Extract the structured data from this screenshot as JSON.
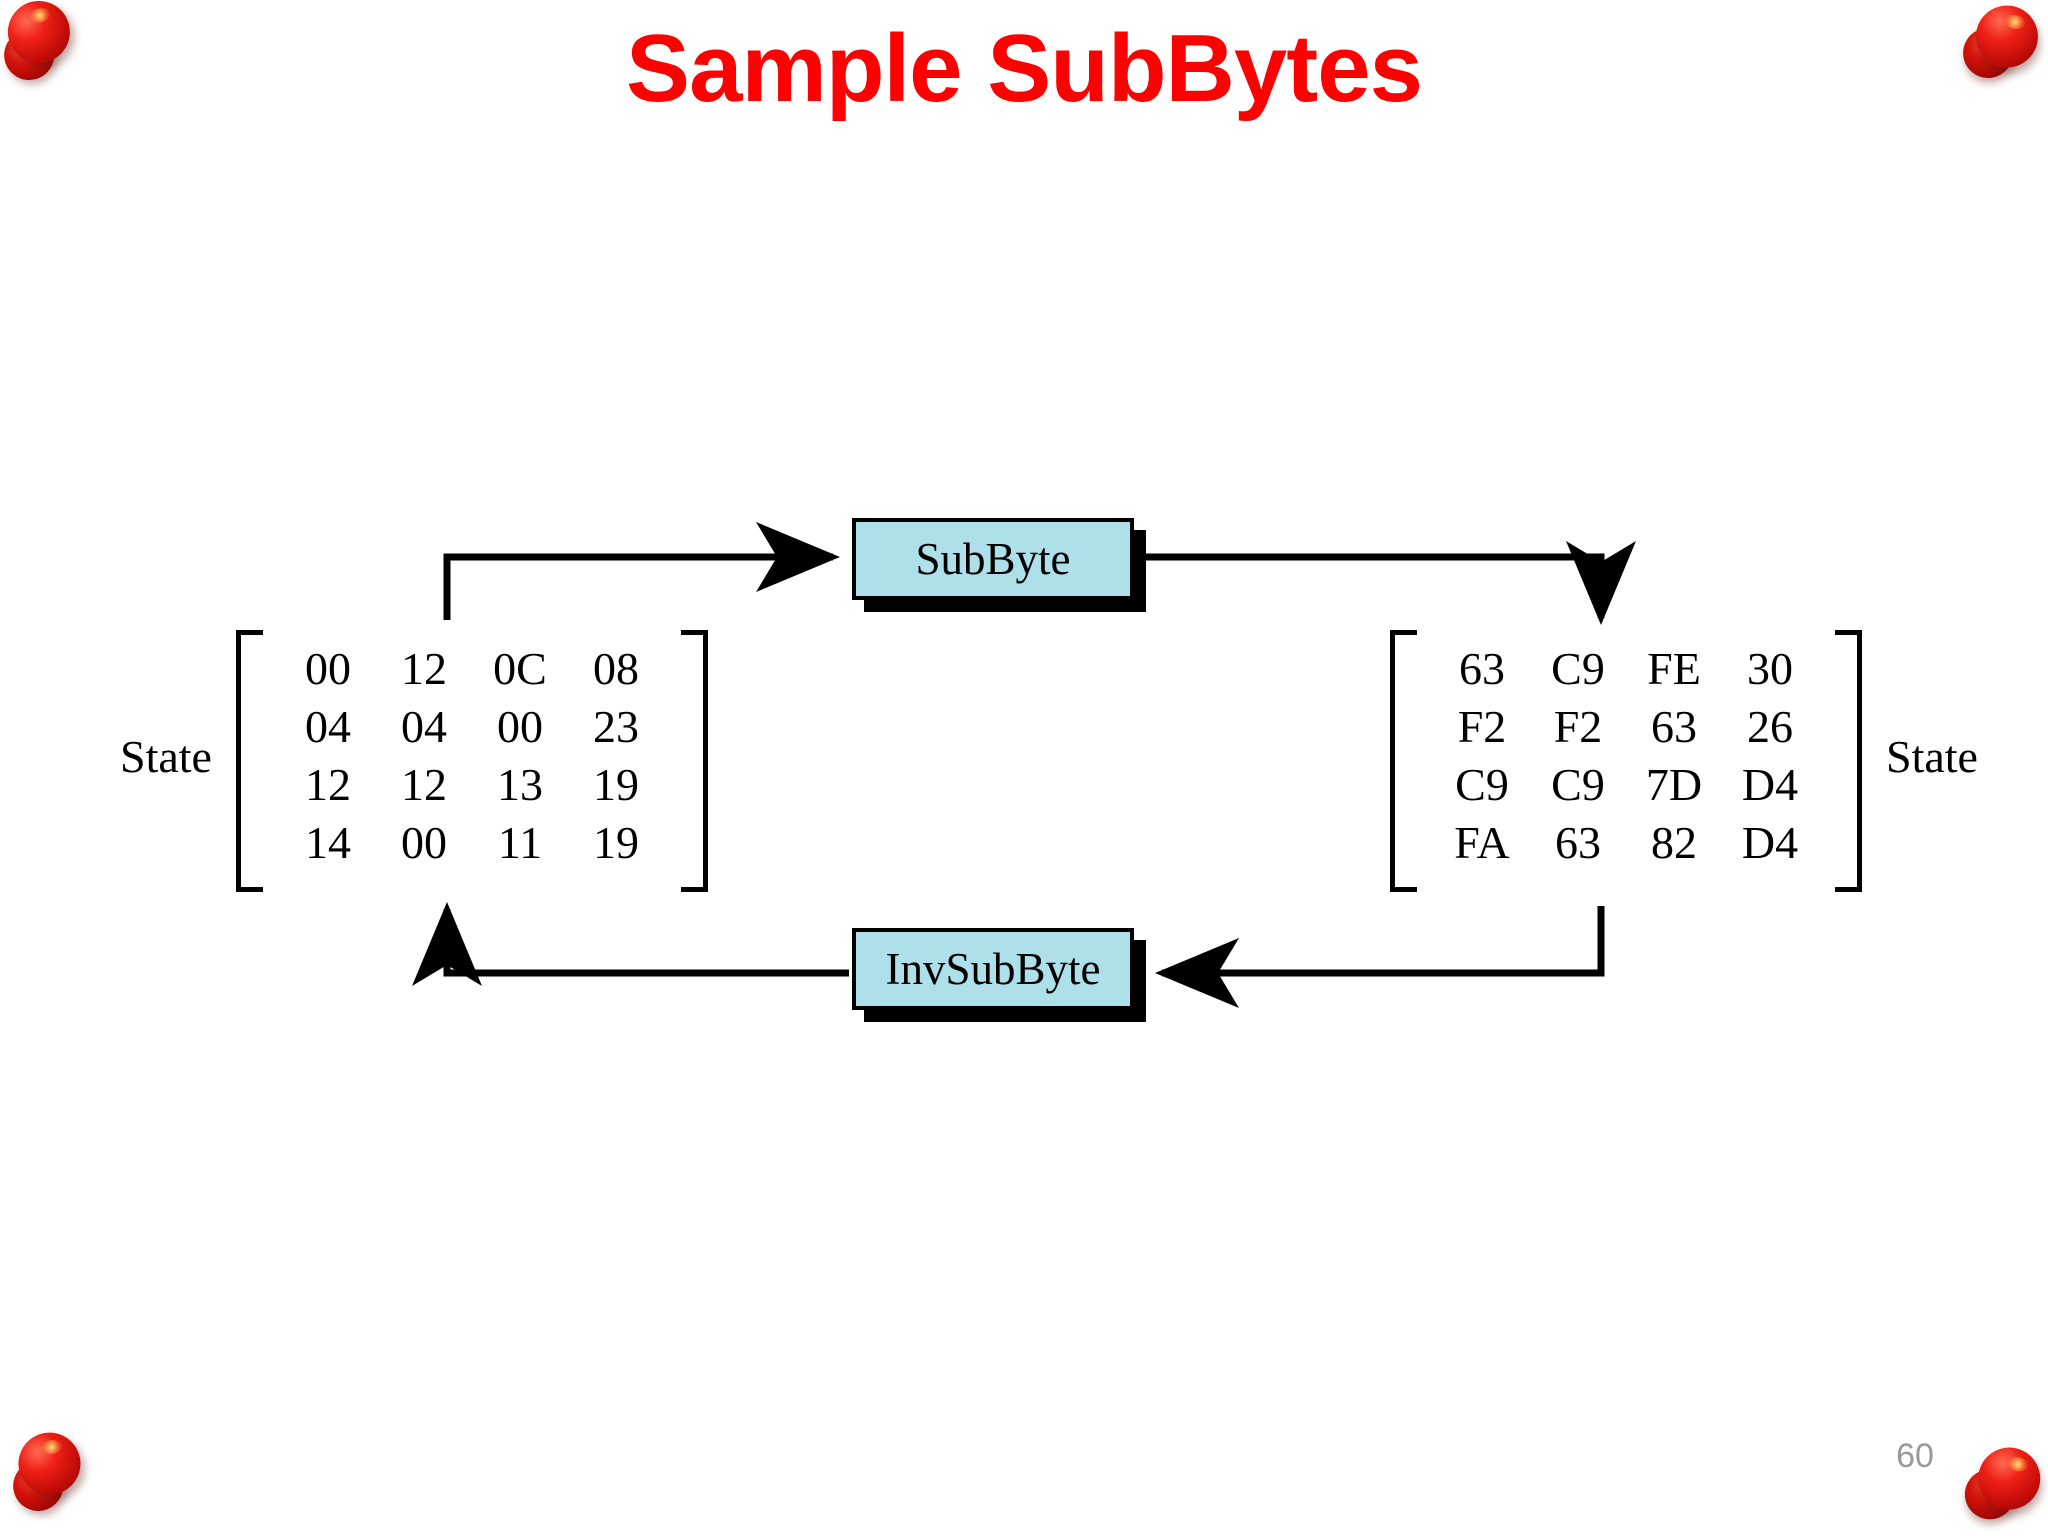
{
  "slide": {
    "title": "Sample SubBytes",
    "title_color": "#ff0000",
    "background_color": "#ffffff",
    "page_number": "60"
  },
  "diagram": {
    "type": "transformation-cycle",
    "box_fill_color": "#ade0e8",
    "box_border_color": "#000000",
    "line_color": "#000000",
    "forward_box_label": "SubByte",
    "inverse_box_label": "InvSubByte",
    "left_state_label": "State",
    "right_state_label": "State",
    "left_matrix": {
      "rows": 4,
      "cols": 4,
      "cells": [
        [
          "00",
          "12",
          "0C",
          "08"
        ],
        [
          "04",
          "04",
          "00",
          "23"
        ],
        [
          "12",
          "12",
          "13",
          "19"
        ],
        [
          "14",
          "00",
          "11",
          "19"
        ]
      ]
    },
    "right_matrix": {
      "rows": 4,
      "cols": 4,
      "cells": [
        [
          "63",
          "C9",
          "FE",
          "30"
        ],
        [
          "F2",
          "F2",
          "63",
          "26"
        ],
        [
          "C9",
          "C9",
          "7D",
          "D4"
        ],
        [
          "FA",
          "63",
          "82",
          "D4"
        ]
      ]
    },
    "arrows": [
      {
        "name": "state-to-subbyte",
        "from": "left-state",
        "to": "subbyte-box",
        "direction": "up-then-right"
      },
      {
        "name": "subbyte-to-state",
        "from": "subbyte-box",
        "to": "right-state",
        "direction": "right-then-down"
      },
      {
        "name": "state-to-invsubbyte",
        "from": "right-state",
        "to": "invsubbyte-box",
        "direction": "down-then-left"
      },
      {
        "name": "invsubbyte-to-state",
        "from": "invsubbyte-box",
        "to": "left-state",
        "direction": "left-then-up"
      }
    ]
  },
  "decorations": {
    "pushpins": [
      {
        "name": "pushpin-top-left",
        "color": "#d81309"
      },
      {
        "name": "pushpin-top-right",
        "color": "#d81309"
      },
      {
        "name": "pushpin-bottom-left",
        "color": "#d81309"
      },
      {
        "name": "pushpin-bottom-right",
        "color": "#d81309"
      }
    ]
  }
}
